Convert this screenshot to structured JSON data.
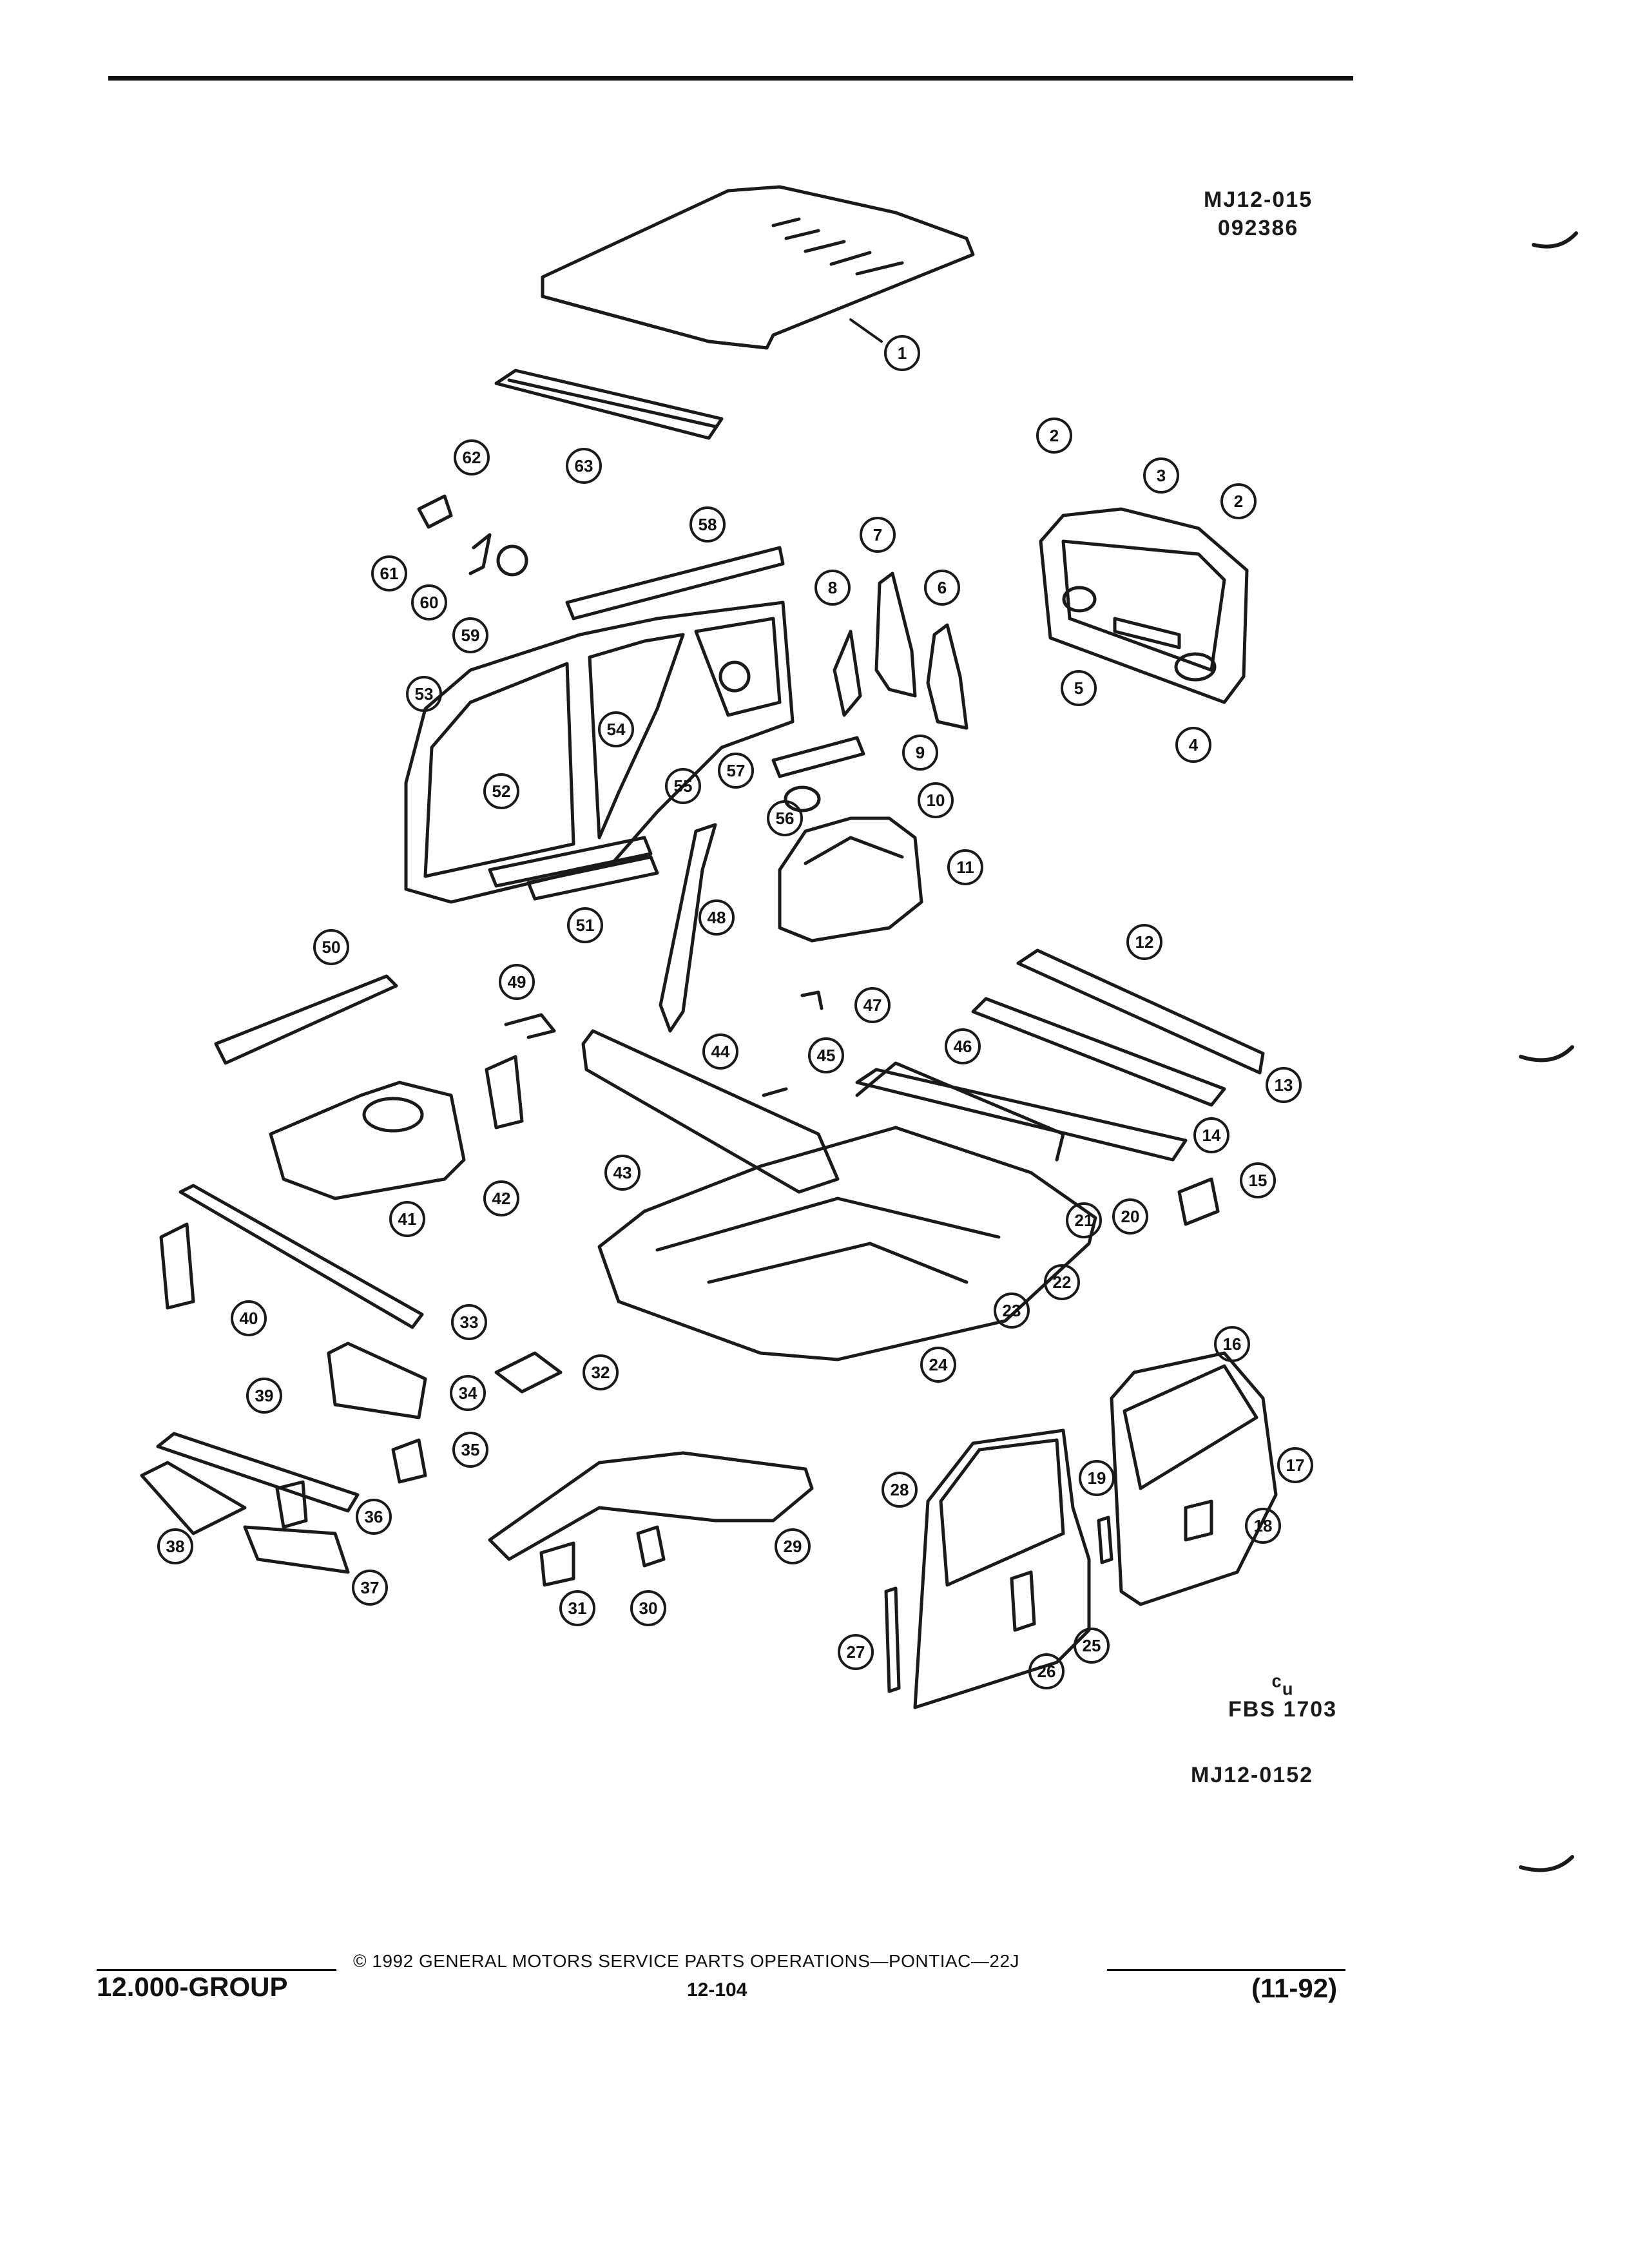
{
  "header": {
    "figure_code_top_line1": "MJ12-015",
    "figure_code_top_line2": "092386"
  },
  "diagram": {
    "callouts": [
      "1",
      "2",
      "3",
      "4",
      "5",
      "6",
      "7",
      "8",
      "9",
      "10",
      "11",
      "12",
      "13",
      "14",
      "15",
      "16",
      "17",
      "18",
      "19",
      "20",
      "21",
      "22",
      "23",
      "24",
      "25",
      "26",
      "27",
      "28",
      "29",
      "30",
      "31",
      "32",
      "33",
      "34",
      "35",
      "36",
      "37",
      "38",
      "39",
      "40",
      "41",
      "42",
      "43",
      "44",
      "45",
      "46",
      "47",
      "48",
      "49",
      "50",
      "51",
      "52",
      "53",
      "54",
      "55",
      "56",
      "57",
      "58",
      "59",
      "60",
      "61",
      "62",
      "63"
    ]
  },
  "stamps": {
    "fbs_symbol": "ᶜᵤ",
    "fbs_code": "FBS 1703",
    "figure_code_bottom": "MJ12-0152"
  },
  "footer": {
    "copyright": "© 1992 GENERAL MOTORS SERVICE PARTS OPERATIONS—PONTIAC—22J",
    "group": "12.000-GROUP",
    "page": "12-104",
    "date": "(11-92)"
  }
}
